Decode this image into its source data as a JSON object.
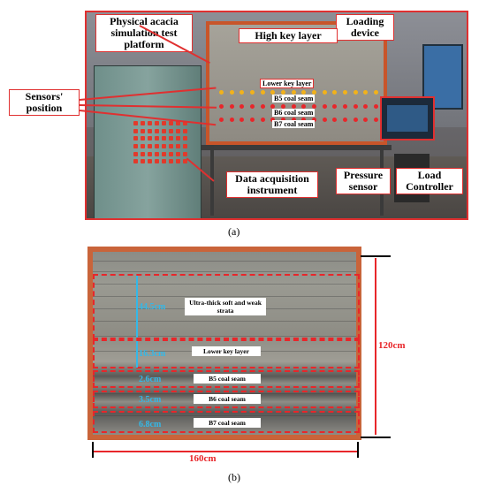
{
  "panel_a": {
    "labels": {
      "platform": "Physical acacia simulation test platform",
      "loading": "Loading device",
      "high_key": "High key layer",
      "sensors": "Sensors' position",
      "lower_key": "Lower key layer",
      "b5": "B5 coal seam",
      "b6": "B6 coal seam",
      "b7": "B7 coal seam",
      "daq": "Data acquisition instrument",
      "pressure": "Pressure sensor",
      "load": "Load Controller"
    },
    "caption": "(a)"
  },
  "panel_b": {
    "zones": {
      "ultra": "Ultra-thick soft and weak strata",
      "lower": "Lower key layer",
      "b5": "B5 coal seam",
      "b6": "B6 coal seam",
      "b7": "B7 coal seam"
    },
    "measures": {
      "m1": "44.5cm",
      "m2": "16.3cm",
      "m3": "2.6cm",
      "m4": "3.5cm",
      "m5": "6.8cm"
    },
    "height": "120cm",
    "width": "160cm",
    "caption": "(b)"
  },
  "colors": {
    "accent": "#e8262a",
    "measure": "#33b8e8",
    "frame": "#c9643a"
  }
}
